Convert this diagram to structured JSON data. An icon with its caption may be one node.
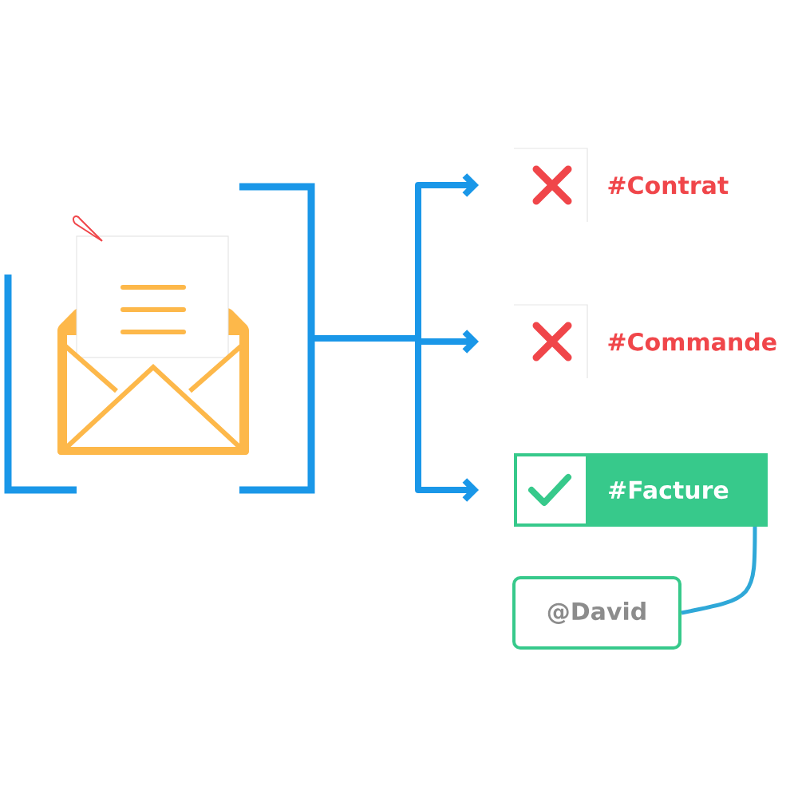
{
  "diagram": {
    "nodes": [
      {
        "text": [],
        "shape": "picture"
      },
      {
        "text": [
          "#Contrat"
        ]
      },
      {
        "text": [
          "#Commande"
        ]
      },
      {
        "text": [
          "#Facture"
        ]
      },
      {
        "text": [
          "@David"
        ]
      }
    ],
    "edges": [
      {
        "from": 0,
        "to": 1,
        "arrow": "to"
      },
      {
        "from": 0,
        "to": 2,
        "arrow": "to"
      },
      {
        "from": 0,
        "to": 3,
        "arrow": "to"
      },
      {
        "from": 3,
        "to": 4,
        "arrow": "none",
        "color": "#2fa8d8"
      }
    ]
  }
}
